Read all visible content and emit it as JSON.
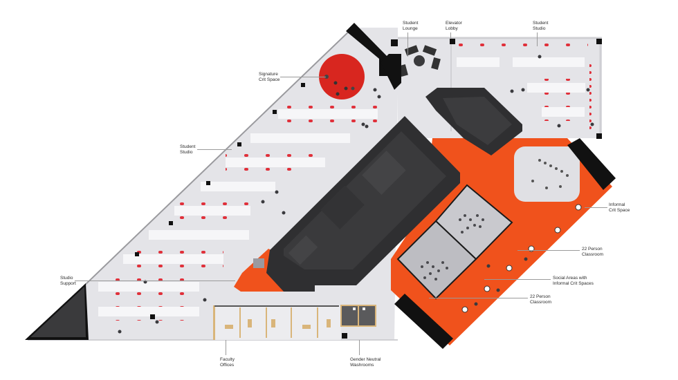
{
  "diagram": {
    "type": "architectural-floor-plan",
    "colors": {
      "floor": "#e6e6ea",
      "core": "#3a3a3c",
      "core_dark": "#2b2b2d",
      "wall": "#111111",
      "accent_orange": "#f0521c",
      "crit_red": "#d8261f",
      "chair_red": "#e0303a",
      "desk": "#f5f5f7",
      "classroom_floor": "#c9c9ce",
      "wood": "#d9b57a",
      "washroom": "#5a5a5c"
    },
    "labels": [
      {
        "id": "student-lounge",
        "text": "Student\nLounge"
      },
      {
        "id": "elevator-lobby",
        "text": "Elevator\nLobby"
      },
      {
        "id": "student-studio-top",
        "text": "Student\nStudio"
      },
      {
        "id": "signature-crit-space",
        "text": "Signature\nCrit Space"
      },
      {
        "id": "student-studio-left",
        "text": "Student\nStudio"
      },
      {
        "id": "studio-support",
        "text": "Studio\nSupport"
      },
      {
        "id": "informal-crit-space",
        "text": "Informal\nCrit Space"
      },
      {
        "id": "classroom-22-upper",
        "text": "22 Person\nClassroom"
      },
      {
        "id": "social-areas",
        "text": "Social Areas with\nInformal Crit Spaces"
      },
      {
        "id": "classroom-22-lower",
        "text": "22 Person\nClassroom"
      },
      {
        "id": "faculty-offices",
        "text": "Faculty\nOffices"
      },
      {
        "id": "gender-neutral-washrooms",
        "text": "Gender Neutral\nWashrooms"
      }
    ]
  }
}
